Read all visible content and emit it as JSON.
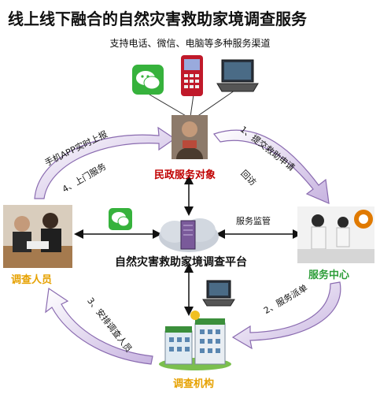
{
  "title": "线上线下融合的自然灾害救助家境调查服务",
  "subtitle": "支持电话、微信、电脑等多种服务渠道",
  "nodes": {
    "target": "民政服务对象",
    "investigator": "调查人员",
    "service_center": "服务中心",
    "platform": "自然灾害救助家境调查平台",
    "agency": "调查机构"
  },
  "flows": {
    "submit": "1、提交救助申请",
    "callback": "回访",
    "dispatch": "2、服务派单",
    "arrange": "3、安排调查人员",
    "visit": "4、上门服务",
    "app_report": "手机APP实时上报",
    "supervision": "服务监管"
  },
  "colors": {
    "target_label": "#c00000",
    "investigator_label": "#e6a100",
    "service_center_label": "#2e9e3a",
    "agency_label": "#e6a100",
    "arrow_fill": "#d8c8ea",
    "arrow_stroke": "#8a6bb0"
  },
  "icons": [
    "wechat-icon",
    "phone-icon",
    "laptop-icon",
    "cloud-server-icon",
    "building-icon"
  ]
}
